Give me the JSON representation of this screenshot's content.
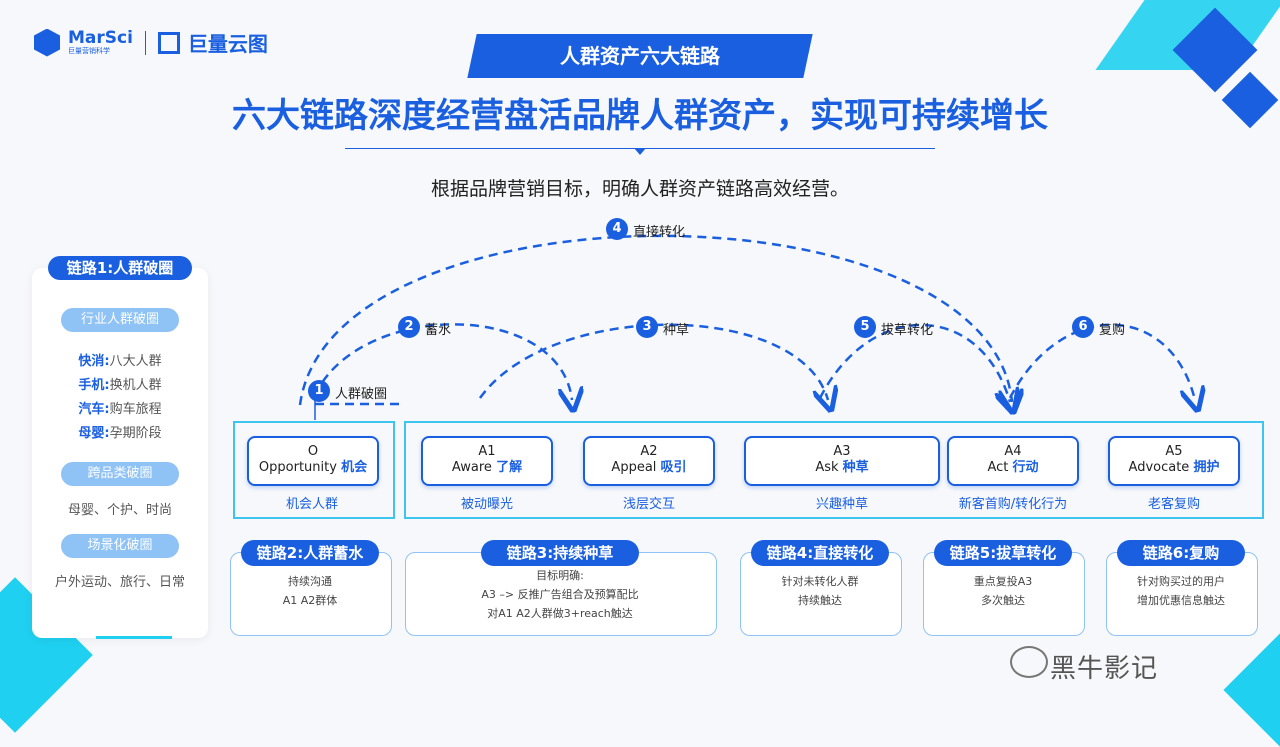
{
  "logos": {
    "marsci": "MarSci",
    "marsci_sub": "巨量营销科学",
    "juliang": "巨量云图"
  },
  "banner": "人群资产六大链路",
  "title": "六大链路深度经营盘活品牌人群资产，实现可持续增长",
  "subtitle": "根据品牌营销目标，明确人群资产链路高效经营。",
  "left_panel": {
    "head": "链路1:人群破圈",
    "pill1": "行业人群破圈",
    "items": [
      {
        "k": "快消:",
        "v": "八大人群"
      },
      {
        "k": "手机:",
        "v": "换机人群"
      },
      {
        "k": "汽车:",
        "v": "购车旅程"
      },
      {
        "k": "母婴:",
        "v": "孕期阶段"
      }
    ],
    "pill2": "跨品类破圈",
    "text2": "母婴、个护、时尚",
    "pill3": "场景化破圈",
    "text3": "户外运动、旅行、日常"
  },
  "arcs": [
    {
      "num": "1",
      "label": "人群破圈"
    },
    {
      "num": "2",
      "label": "蓄水"
    },
    {
      "num": "3",
      "label": "种草"
    },
    {
      "num": "4",
      "label": "直接转化"
    },
    {
      "num": "5",
      "label": "拔草转化"
    },
    {
      "num": "6",
      "label": "复购"
    }
  ],
  "stages": [
    {
      "code": "O",
      "en": "Opportunity",
      "zh": "机会",
      "caption": "机会人群"
    },
    {
      "code": "A1",
      "en": "Aware",
      "zh": "了解",
      "caption": "被动曝光"
    },
    {
      "code": "A2",
      "en": "Appeal",
      "zh": "吸引",
      "caption": "浅层交互"
    },
    {
      "code": "A3",
      "en": "Ask",
      "zh": "种草",
      "caption": "兴趣种草"
    },
    {
      "code": "A4",
      "en": "Act",
      "zh": "行动",
      "caption": "新客首购/转化行为"
    },
    {
      "code": "A5",
      "en": "Advocate",
      "zh": "拥护",
      "caption": "老客复购"
    }
  ],
  "cards": [
    {
      "head": "链路2:人群蓄水",
      "lines": [
        "持续沟通",
        "A1 A2群体"
      ]
    },
    {
      "head": "链路3:持续种草",
      "lines": [
        "目标明确:",
        "A3 –> 反推广告组合及预算配比",
        "对A1 A2人群做3+reach触达"
      ]
    },
    {
      "head": "链路4:直接转化",
      "lines": [
        "针对未转化人群",
        "持续触达"
      ]
    },
    {
      "head": "链路5:拔草转化",
      "lines": [
        "重点复投A3",
        "多次触达"
      ]
    },
    {
      "head": "链路6:复购",
      "lines": [
        "针对购买过的用户",
        "增加优惠信息触达"
      ]
    }
  ],
  "watermark": "黑牛影记",
  "colors": {
    "primary": "#1a5fe0",
    "accent": "#3ec5ef",
    "light": "#8fc2f5"
  }
}
